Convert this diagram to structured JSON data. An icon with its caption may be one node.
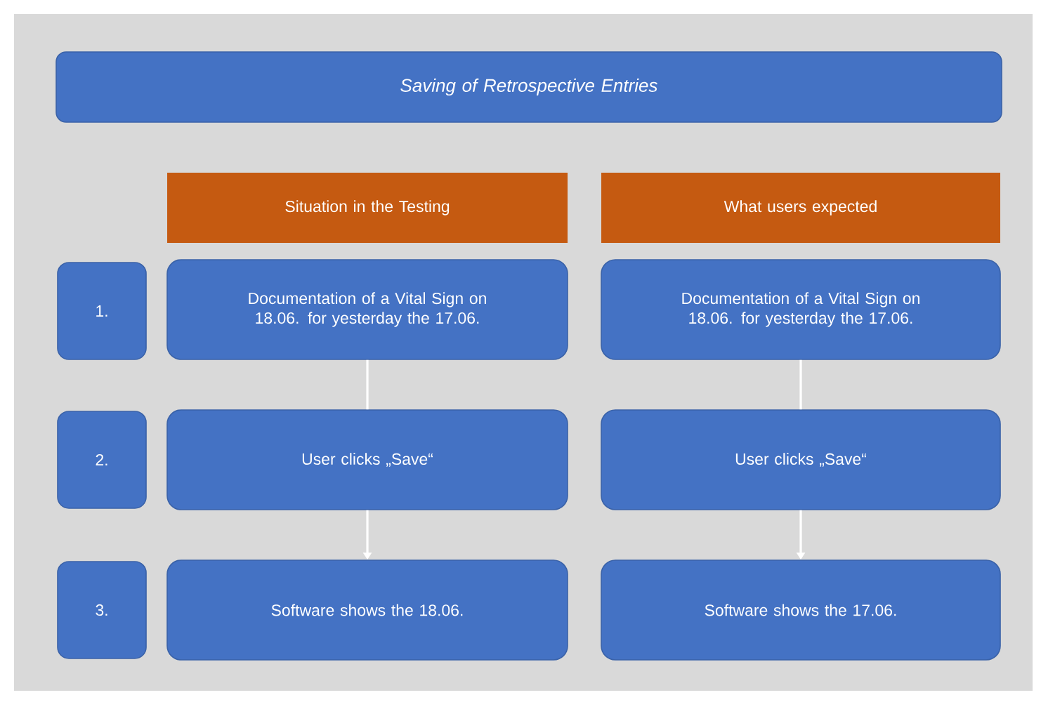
{
  "diagram": {
    "nodes": [
      {
        "text": [
          "Saving of Retrospective Entries"
        ]
      },
      {
        "text": [
          "Situation in the Testing"
        ]
      },
      {
        "text": [
          "What users expected"
        ]
      },
      {
        "text": [
          "1."
        ]
      },
      {
        "text": [
          "Documentation of a Vital Sign on 18.06. for yesterday the 17.06."
        ]
      },
      {
        "text": [
          "Documentation of a Vital Sign on 18.06. for yesterday the 17.06."
        ]
      },
      {
        "text": [
          "2."
        ]
      },
      {
        "text": [
          "User clicks „Save“"
        ]
      },
      {
        "text": [
          "User clicks „Save“"
        ]
      },
      {
        "text": [
          "3."
        ]
      },
      {
        "text": [
          "Software shows the 18.06."
        ]
      },
      {
        "text": [
          "Software shows the 17.06."
        ]
      }
    ],
    "edges": [
      {
        "from": 4,
        "to": 7,
        "arrow": "none"
      },
      {
        "from": 7,
        "to": 10,
        "arrow": "to"
      },
      {
        "from": 5,
        "to": 8,
        "arrow": "none"
      },
      {
        "from": 8,
        "to": 11,
        "arrow": "to"
      }
    ]
  }
}
